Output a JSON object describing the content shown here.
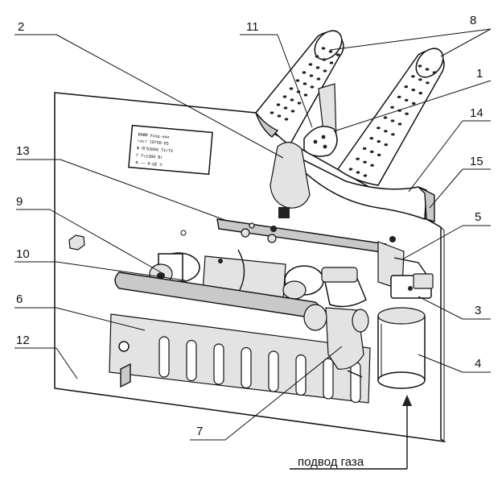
{
  "callouts": [
    "2",
    "11",
    "8",
    "1",
    "14",
    "13",
    "15",
    "9",
    "5",
    "10",
    "6",
    "3",
    "12",
    "4",
    "7"
  ],
  "caption": "подвод газа",
  "nameplate": {
    "lines": [
      "ВНИИ  Уход-нал",
      "гост 10798-85",
      "Ф ПГ03000  ТУ/ТУ",
      "Г  Т=1300 Вт",
      "N ——  Н-ЦЕ ©"
    ]
  }
}
